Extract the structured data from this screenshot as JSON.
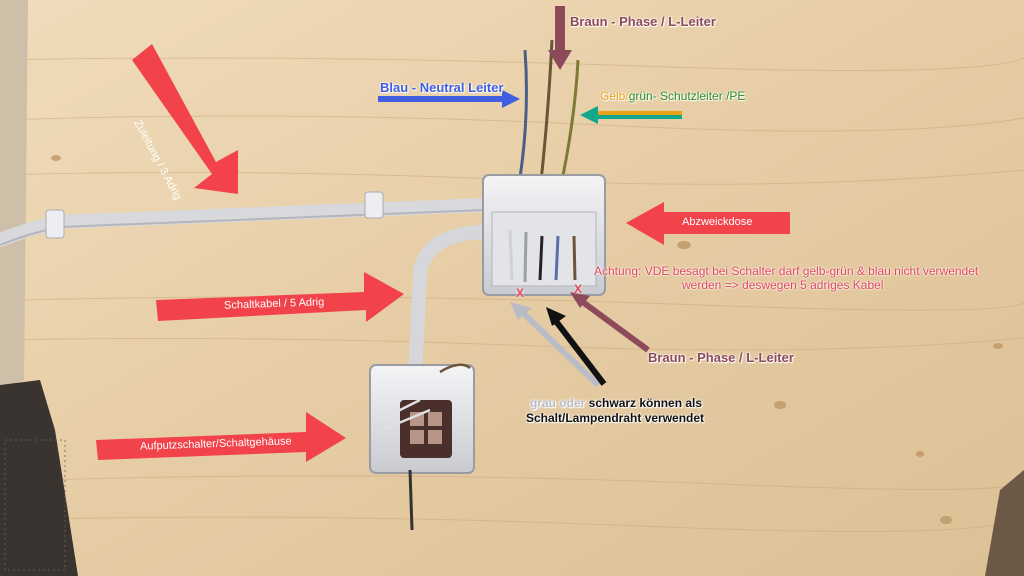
{
  "labels": {
    "brown_top": "Braun - Phase / L-Leiter",
    "blue": "Blau - Neutral Leiter",
    "pe_part1": "Gelb/",
    "pe_part2": "grün- Schutzleiter /PE",
    "zuleitung": "Zuleitung / 3 Adrig",
    "abzweigdose": "Abzweickdose",
    "achtung_line1": "Achtung: VDE besagt bei Schalter darf gelb-grün & blau nicht verwendet",
    "achtung_line2": "werden => deswegen 5 adriges Kabel",
    "schaltkabel": "Schaltkabel / 5 Adrig",
    "brown_bottom": "Braun - Phase / L-Leiter",
    "grau_oder_1": "grau oder",
    "grau_oder_2": " schwarz können als",
    "schalt_lampendraht": "Schalt/Lampendraht verwendet",
    "aufputz": "Aufputzschalter/Schaltgehäuse",
    "x_mark_left": "X",
    "x_mark_right": "X"
  },
  "colors": {
    "wood": "#e9d2ae",
    "red_arrow": "#f2424a",
    "brown": "#8c4a5a",
    "blue": "#3f5fe0",
    "teal": "#11a78a",
    "orange": "#e8a112",
    "green_text": "#2e8b22",
    "grey": "#b9bcc7",
    "black": "#111111"
  }
}
